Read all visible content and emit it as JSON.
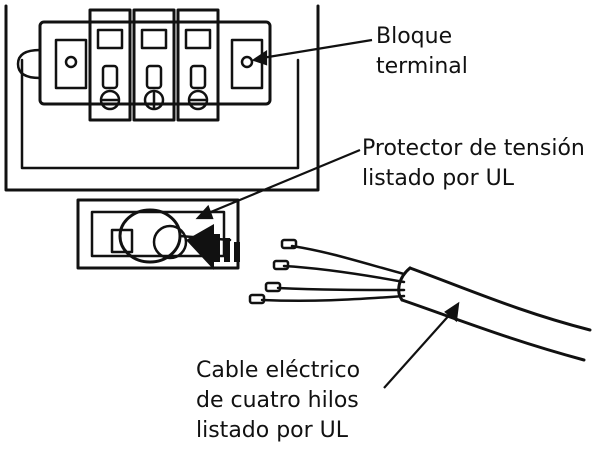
{
  "labels": {
    "terminal_block": [
      "Bloque",
      "terminal"
    ],
    "surge_protector": [
      "Protector de tensión",
      "listado por UL"
    ],
    "power_cable": [
      "Cable eléctrico",
      "de cuatro hilos",
      "listado por UL"
    ]
  },
  "colors": {
    "line": "#111111",
    "background": "#ffffff"
  }
}
